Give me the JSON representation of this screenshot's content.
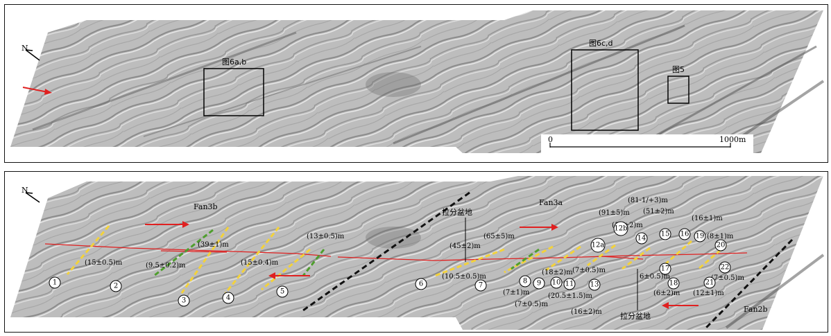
{
  "colors": {
    "terrain": "#b9b9b9",
    "terrain_dark": "#7a7a7a",
    "fault_trace": "#e02020",
    "marker_yellow": "#f3d23a",
    "marker_green": "#4f9e2e",
    "boundary_black": "#111111",
    "arrow_red": "#e02020"
  },
  "top_panel": {
    "north_label": "N",
    "boxes": [
      {
        "id": "fig6ab",
        "label": "图6a,b"
      },
      {
        "id": "fig6cd",
        "label": "图6c,d"
      },
      {
        "id": "fig5",
        "label": "图5"
      }
    ],
    "scale_bar": {
      "start_label": "0",
      "end_label": "1000m"
    }
  },
  "bottom_panel": {
    "north_label": "N",
    "fan_labels": [
      "Fan3b",
      "Fan3a",
      "Fan2b"
    ],
    "basin_labels": [
      "拉分盆地",
      "拉分盆地"
    ],
    "measurements": [
      "(15±0.5)m",
      "(9.5±0.2)m",
      "(39±1)m",
      "(15±0.4)m",
      "(13±0.5)m",
      "(65±5)m",
      "(45±2)m",
      "(10.5±0.5)m",
      "(7±1)m",
      "(7±0.5)m",
      "(18±2)m",
      "(7±0.5)m",
      "(20.5±1.5)m",
      "(16±2)m",
      "(91±5)m",
      "(81-1/+3)m",
      "(51±2)m",
      "(16±2)m",
      "(16±1)m",
      "(8±1)m",
      "6±0.5)m",
      "(6±2)m",
      "(7±0.5)m",
      "(12±1)m"
    ],
    "site_numbers": [
      "1",
      "2",
      "3",
      "4",
      "5",
      "6",
      "7",
      "8",
      "9",
      "10",
      "11",
      "12a",
      "12b",
      "13",
      "14",
      "15",
      "16",
      "17",
      "18",
      "19",
      "20",
      "21",
      "22"
    ]
  }
}
